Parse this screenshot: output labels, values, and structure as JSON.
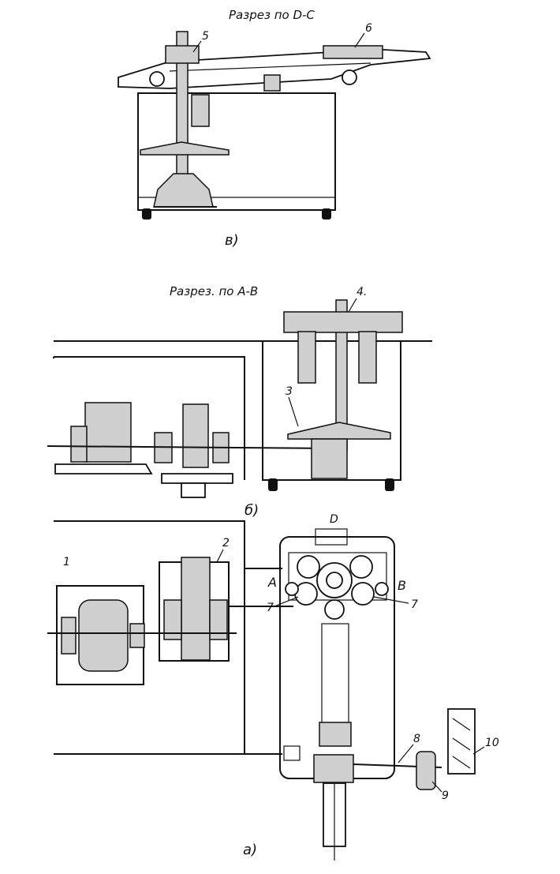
{
  "sections": {
    "top": {
      "title": "Разрез по D-C",
      "caption": "в)"
    },
    "middle": {
      "title": "Разрез. по А-В",
      "caption": "б)"
    },
    "bottom": {
      "caption": "а)"
    }
  },
  "callouts": {
    "n1": "1",
    "n2": "2",
    "n3": "3",
    "n4": "4.",
    "n5": "5",
    "n6": "6",
    "n7a": "7",
    "n7b": "7",
    "n8": "8",
    "n9": "9",
    "n10": "10",
    "markA": "А",
    "markB": "В",
    "markD": "D"
  }
}
